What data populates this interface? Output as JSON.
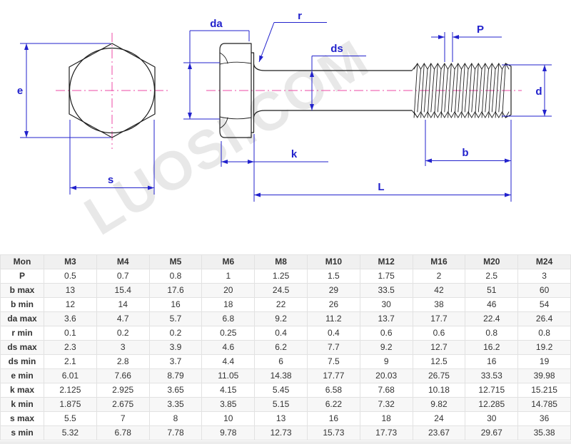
{
  "diagram": {
    "watermark": "LUOSI.COM",
    "labels": {
      "e": "e",
      "s": "s",
      "da": "da",
      "r": "r",
      "ds": "ds",
      "p": "P",
      "d": "d",
      "k": "k",
      "b": "b",
      "l": "L"
    },
    "colors": {
      "dimension": "#2222cc",
      "centerline": "#ee49a5",
      "outline": "#1f1f1f",
      "watermark": "rgba(0,0,0,0.09)",
      "table_header_bg": "#f0f0f0",
      "table_stripe_bg": "#f7f7f7",
      "table_border": "#e2e2e2"
    }
  },
  "table": {
    "header": [
      "Mon",
      "M3",
      "M4",
      "M5",
      "M6",
      "M8",
      "M10",
      "M12",
      "M16",
      "M20",
      "M24"
    ],
    "rows": [
      {
        "label": "P",
        "values": [
          "0.5",
          "0.7",
          "0.8",
          "1",
          "1.25",
          "1.5",
          "1.75",
          "2",
          "2.5",
          "3"
        ]
      },
      {
        "label": "b max",
        "values": [
          "13",
          "15.4",
          "17.6",
          "20",
          "24.5",
          "29",
          "33.5",
          "42",
          "51",
          "60"
        ]
      },
      {
        "label": "b min",
        "values": [
          "12",
          "14",
          "16",
          "18",
          "22",
          "26",
          "30",
          "38",
          "46",
          "54"
        ]
      },
      {
        "label": "da max",
        "values": [
          "3.6",
          "4.7",
          "5.7",
          "6.8",
          "9.2",
          "11.2",
          "13.7",
          "17.7",
          "22.4",
          "26.4"
        ]
      },
      {
        "label": "r min",
        "values": [
          "0.1",
          "0.2",
          "0.2",
          "0.25",
          "0.4",
          "0.4",
          "0.6",
          "0.6",
          "0.8",
          "0.8"
        ]
      },
      {
        "label": "ds max",
        "values": [
          "2.3",
          "3",
          "3.9",
          "4.6",
          "6.2",
          "7.7",
          "9.2",
          "12.7",
          "16.2",
          "19.2"
        ]
      },
      {
        "label": "ds min",
        "values": [
          "2.1",
          "2.8",
          "3.7",
          "4.4",
          "6",
          "7.5",
          "9",
          "12.5",
          "16",
          "19"
        ]
      },
      {
        "label": "e min",
        "values": [
          "6.01",
          "7.66",
          "8.79",
          "11.05",
          "14.38",
          "17.77",
          "20.03",
          "26.75",
          "33.53",
          "39.98"
        ]
      },
      {
        "label": "k max",
        "values": [
          "2.125",
          "2.925",
          "3.65",
          "4.15",
          "5.45",
          "6.58",
          "7.68",
          "10.18",
          "12.715",
          "15.215"
        ]
      },
      {
        "label": "k min",
        "values": [
          "1.875",
          "2.675",
          "3.35",
          "3.85",
          "5.15",
          "6.22",
          "7.32",
          "9.82",
          "12.285",
          "14.785"
        ]
      },
      {
        "label": "s max",
        "values": [
          "5.5",
          "7",
          "8",
          "10",
          "13",
          "16",
          "18",
          "24",
          "30",
          "36"
        ]
      },
      {
        "label": "s min",
        "values": [
          "5.32",
          "6.78",
          "7.78",
          "9.78",
          "12.73",
          "15.73",
          "17.73",
          "23.67",
          "29.67",
          "35.38"
        ]
      }
    ]
  }
}
